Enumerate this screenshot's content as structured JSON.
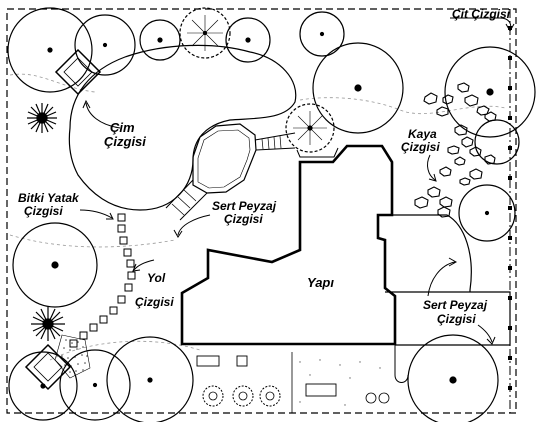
{
  "labels": {
    "fence": "Çit Çizgisi",
    "lawn_1": "Çim",
    "lawn_2": "Çizgisi",
    "plantbed_1": "Bitki Yatak",
    "plantbed_2": "Çizgisi",
    "rock_1": "Kaya",
    "rock_2": "Çizgisi",
    "hardscape_a_1": "Sert Peyzaj",
    "hardscape_a_2": "Çizgisi",
    "building": "Yapı",
    "path_1": "Yol",
    "path_2": "Çizgisi",
    "hardscape_b_1": "Sert Peyzaj",
    "hardscape_b_2": "Çizgisi"
  }
}
